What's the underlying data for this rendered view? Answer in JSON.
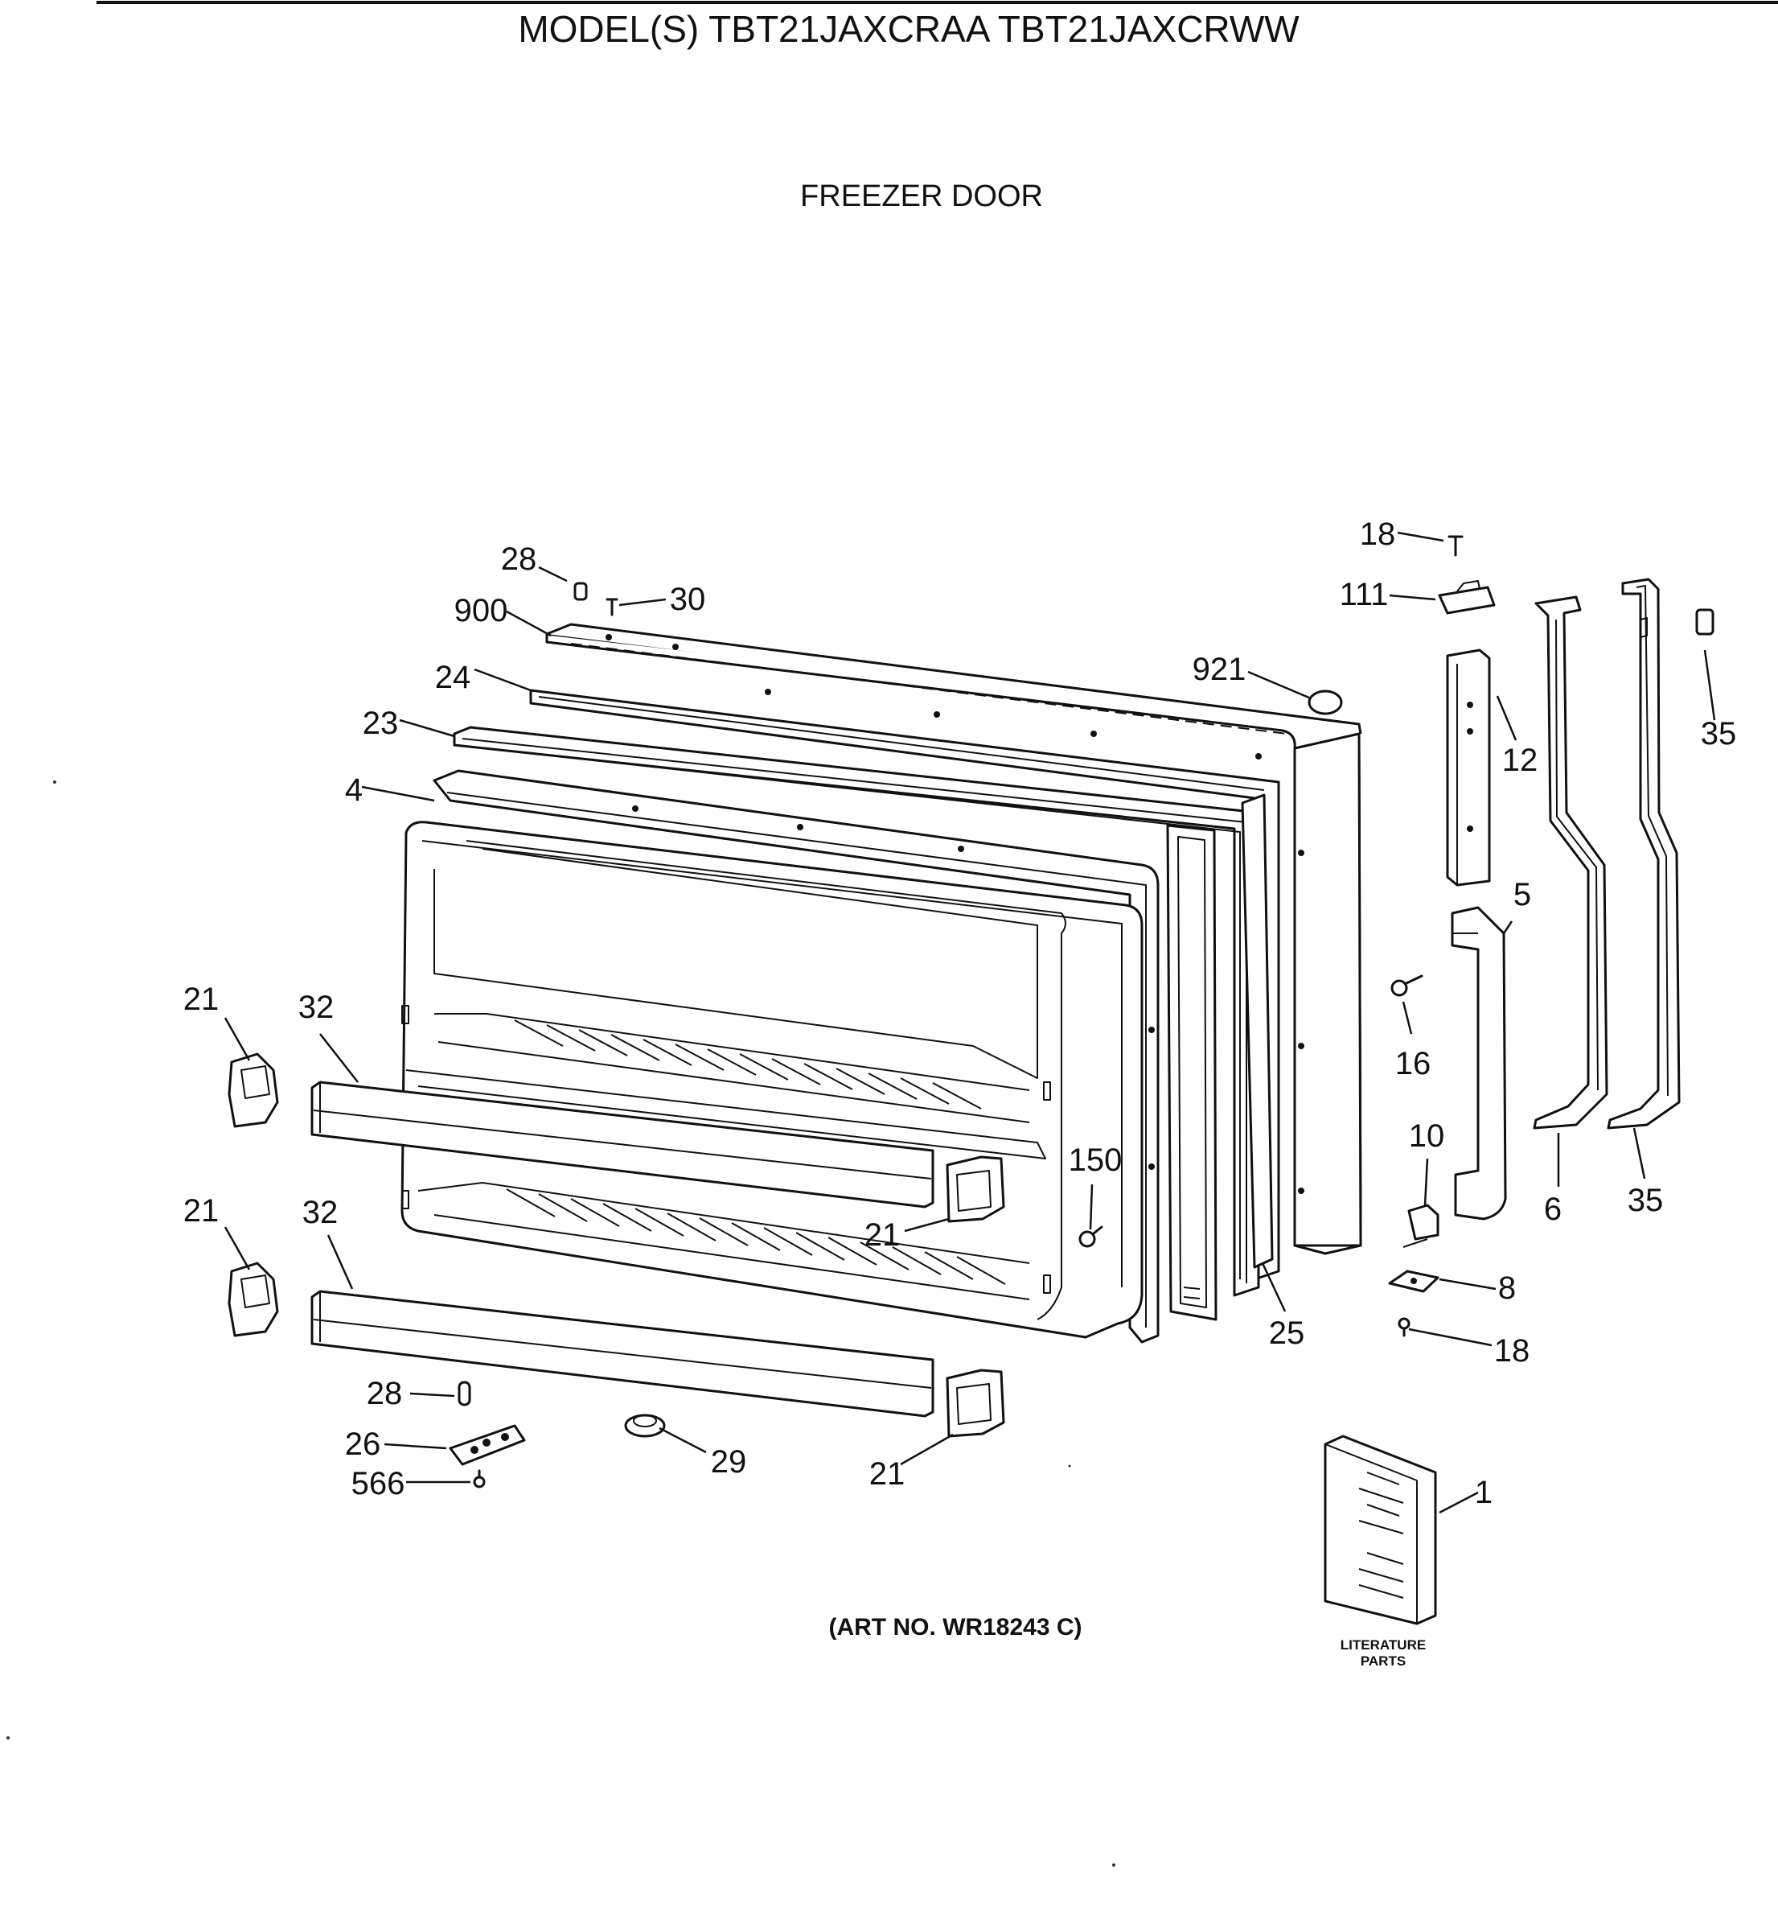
{
  "header": {
    "title": "MODEL(S) TBT21JAXCRAA  TBT21JAXCRWW",
    "subtitle": "FREEZER DOOR"
  },
  "footer": {
    "art_number": "(ART NO. WR18243 C)",
    "literature_line1": "LITERATURE",
    "literature_line2": "PARTS"
  },
  "callouts": {
    "c28_top": "28",
    "c30": "30",
    "c900": "900",
    "c24": "24",
    "c23": "23",
    "c4": "4",
    "c921": "921",
    "c18_top": "18",
    "c111": "111",
    "c12": "12",
    "c35_top": "35",
    "c5": "5",
    "c16": "16",
    "c10": "10",
    "c6": "6",
    "c35_bottom": "35",
    "c8": "8",
    "c18_bottom": "18",
    "c25": "25",
    "c150": "150",
    "c21_a": "21",
    "c32_a": "32",
    "c21_b": "21",
    "c32_b": "32",
    "c21_c": "21",
    "c21_d": "21",
    "c28_bottom": "28",
    "c26": "26",
    "c566": "566",
    "c29": "29",
    "c1": "1"
  }
}
